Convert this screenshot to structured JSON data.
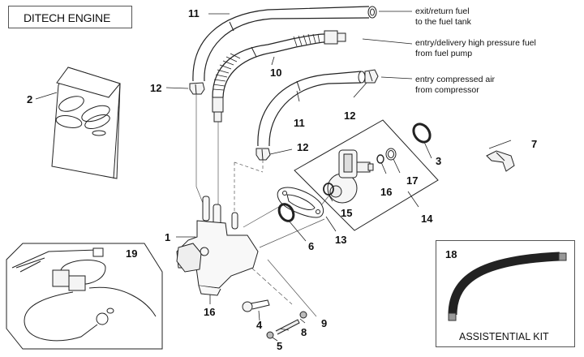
{
  "title": "DITECH ENGINE",
  "callouts": {
    "exit_return": [
      "exit/return fuel",
      "to the fuel tank"
    ],
    "entry_high_pressure": [
      "entry/delivery high pressure fuel",
      "from fuel pump"
    ],
    "entry_air": [
      "entry compressed air",
      "from compressor"
    ]
  },
  "kit": {
    "number": "18",
    "label": "ASSISTENTIAL KIT"
  },
  "part_numbers": {
    "p1": "1",
    "p2": "2",
    "p3": "3",
    "p4": "4",
    "p5": "5",
    "p6": "6",
    "p7": "7",
    "p8": "8",
    "p9": "9",
    "p10": "10",
    "p11a": "11",
    "p11b": "11",
    "p12a": "12",
    "p12b": "12",
    "p12c": "12",
    "p13": "13",
    "p14": "14",
    "p15": "15",
    "p16a": "16",
    "p16b": "16",
    "p17": "17",
    "p19": "19"
  }
}
